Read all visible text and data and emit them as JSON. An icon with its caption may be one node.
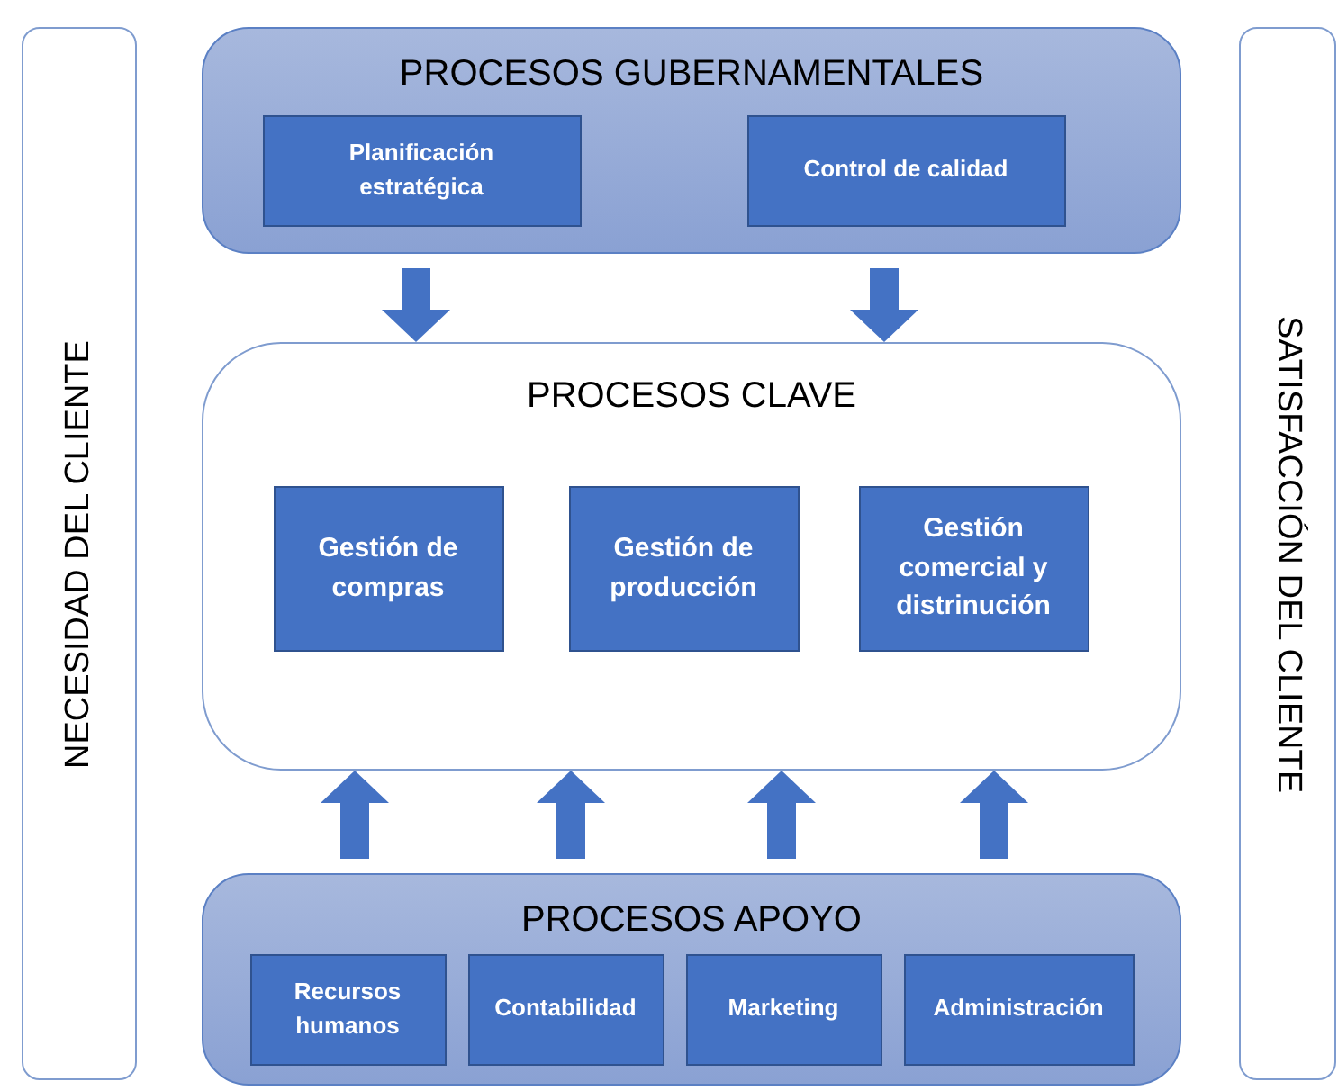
{
  "diagram": {
    "nodes": [
      {
        "text": [
          "NECESIDAD DEL CLIENTE"
        ]
      },
      {
        "text": [
          "PROCESOS GUBERNAMENTALES"
        ]
      },
      {
        "text": [
          "Planificación estratégica"
        ],
        "in": 1
      },
      {
        "text": [
          "Control de calidad"
        ],
        "in": 1
      },
      {
        "text": [
          "PROCESOS CLAVE"
        ]
      },
      {
        "text": [
          "Gestión de compras"
        ],
        "in": 4
      },
      {
        "text": [
          "Gestión de producción"
        ],
        "in": 4
      },
      {
        "text": [
          "Gestión comercial y distrinución"
        ],
        "in": 4
      },
      {
        "text": [
          "PROCESOS APOYO"
        ]
      },
      {
        "text": [
          "Recursos humanos"
        ],
        "in": 8
      },
      {
        "text": [
          "Contabilidad"
        ],
        "in": 8
      },
      {
        "text": [
          "Marketing"
        ],
        "in": 8
      },
      {
        "text": [
          "Administración"
        ],
        "in": 8
      },
      {
        "text": [
          "SATISFACCIÓN DEL CLIENTE"
        ]
      }
    ],
    "edges": [
      {
        "from": 1,
        "to": 4,
        "arrow": "to"
      },
      {
        "from": 1,
        "to": 4,
        "arrow": "to"
      },
      {
        "from": 8,
        "to": 4,
        "arrow": "to"
      },
      {
        "from": 8,
        "to": 4,
        "arrow": "to"
      },
      {
        "from": 8,
        "to": 4,
        "arrow": "to"
      },
      {
        "from": 8,
        "to": 4,
        "arrow": "to"
      }
    ]
  }
}
